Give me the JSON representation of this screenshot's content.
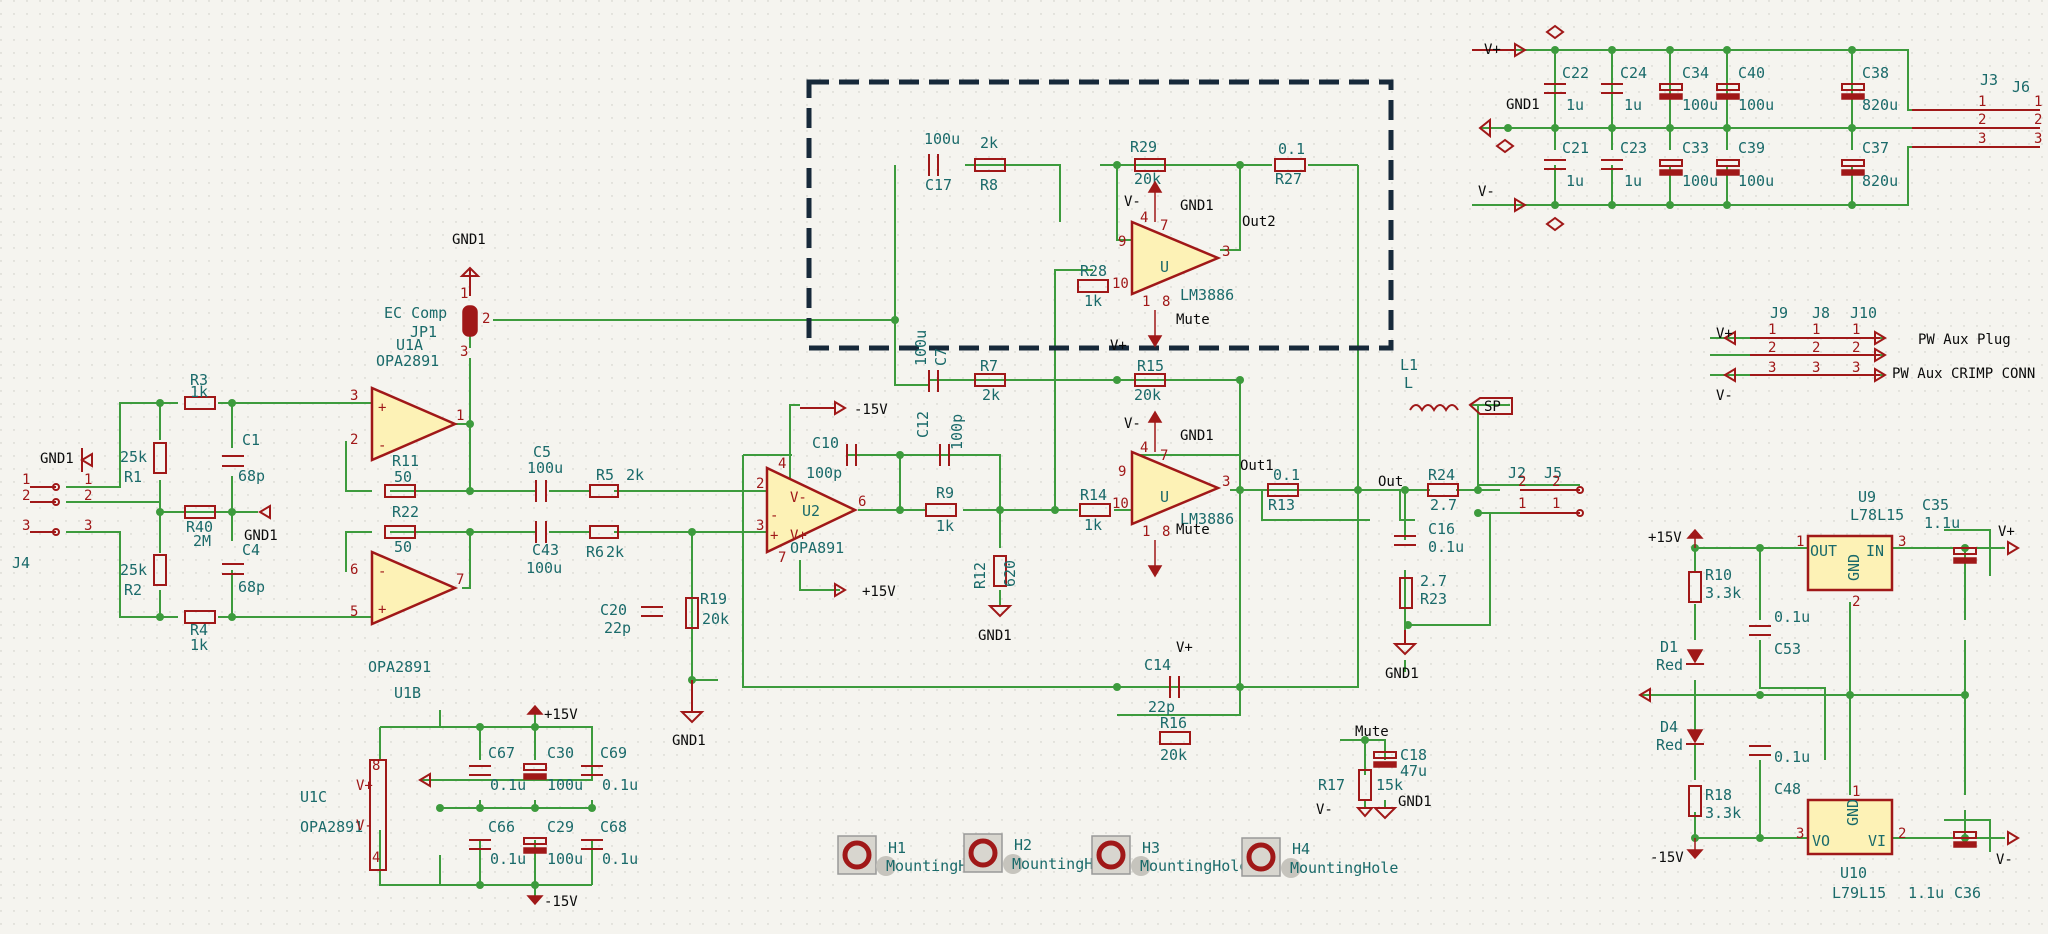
{
  "ref": {
    "R1": "R1",
    "R2": "R2",
    "R3": "R3",
    "R4": "R4",
    "R5": "R5",
    "R6": "R6",
    "R7": "R7",
    "R8": "R8",
    "R9": "R9",
    "R10": "R10",
    "R11": "R11",
    "R12": "R12",
    "R13": "R13",
    "R14": "R14",
    "R15": "R15",
    "R16": "R16",
    "R17": "R17",
    "R18": "R18",
    "R19": "R19",
    "R22": "R22",
    "R23": "R23",
    "R24": "R24",
    "R27": "R27",
    "R28": "R28",
    "R29": "R29",
    "R40": "R40",
    "C1": "C1",
    "C4": "C4",
    "C5": "C5",
    "C7": "C7",
    "C10": "C10",
    "C12": "C12",
    "C14": "C14",
    "C16": "C16",
    "C17": "C17",
    "C18": "C18",
    "C20": "C20",
    "C21": "C21",
    "C22": "C22",
    "C23": "C23",
    "C24": "C24",
    "C29": "C29",
    "C30": "C30",
    "C33": "C33",
    "C34": "C34",
    "C35": "C35",
    "C36": "C36",
    "C37": "C37",
    "C38": "C38",
    "C39": "C39",
    "C40": "C40",
    "C43": "C43",
    "C48": "C48",
    "C53": "C53",
    "C66": "C66",
    "C67": "C67",
    "C68": "C68",
    "C69": "C69",
    "U1A": "U1A",
    "U1B": "U1B",
    "U1C": "U1C",
    "U2": "U2",
    "U9": "U9",
    "U10": "U10",
    "U3": "U",
    "U4": "U",
    "J2": "J2",
    "J3": "J3",
    "J4": "J4",
    "J5": "J5",
    "J6": "J6",
    "J8": "J8",
    "J9": "J9",
    "J10": "J10",
    "JP1": "JP1",
    "L1": "L1",
    "D1": "D1",
    "D4": "D4",
    "H1": "H1",
    "H2": "H2",
    "H3": "H3",
    "H4": "H4"
  },
  "val": {
    "R1": "25k",
    "R2": "25k",
    "R3": "1k",
    "R4": "1k",
    "R5": "2k",
    "R6": "2k",
    "R7": "2k",
    "R8": "2k",
    "R9": "1k",
    "R10": "3.3k",
    "R11": "50",
    "R12": "620",
    "R13": "0.1",
    "R14": "1k",
    "R15": "20k",
    "R16": "20k",
    "R17": "15k",
    "R18": "3.3k",
    "R19": "20k",
    "R22": "50",
    "R23": "2.7",
    "R24": "2.7",
    "R27": "0.1",
    "R28": "1k",
    "R29": "20k",
    "R40": "2M",
    "C1": "68p",
    "C4": "68p",
    "C5": "100u",
    "C7": "100u",
    "C10": "100p",
    "C12": "100p",
    "C14": "22p",
    "C16": "0.1u",
    "C17": "100u",
    "C18": "47u",
    "C20": "22p",
    "C21": "1u",
    "C22": "1u",
    "C23": "1u",
    "C24": "1u",
    "C29": "100u",
    "C30": "100u",
    "C33": "100u",
    "C34": "100u",
    "C35": "1.1u",
    "C36": "1.1u",
    "C37": "820u",
    "C38": "820u",
    "C39": "100u",
    "C40": "100u",
    "C43": "100u",
    "C48": "0.1u",
    "C53": "0.1u",
    "C66": "0.1u",
    "C67": "0.1u",
    "C68": "0.1u",
    "C69": "0.1u",
    "U1A": "OPA2891",
    "U1B": "OPA2891",
    "U1C": "OPA2891",
    "U2": "OPA891",
    "U3": "LM3886",
    "U4": "LM3886",
    "U9": "L78L15",
    "U10": "L79L15",
    "L1": "L",
    "D1": "Red",
    "D4": "Red",
    "H1": "MountingHole",
    "H2": "MountingHole",
    "H3": "MountingHole",
    "H4": "MountingHole",
    "JP1": "EC Comp",
    "J8": "PW Aux Plug",
    "J10": "PW Aux CRIMP CONN"
  },
  "net": {
    "gnd1": "GND1",
    "vplus": "V+",
    "vminus": "V-",
    "p15": "+15V",
    "m15": "-15V",
    "out": "Out",
    "out1": "Out1",
    "out2": "Out2",
    "mute": "Mute",
    "sp": "SP"
  },
  "pin": {
    "n1": "1",
    "n2": "2",
    "n3": "3",
    "n4": "4",
    "n5": "5",
    "n6": "6",
    "n7": "7",
    "n8": "8",
    "n9": "9",
    "n10": "10",
    "out": "OUT",
    "in": "IN",
    "gnd": "GND",
    "vo": "VO",
    "vi": "VI",
    "plus": "+",
    "minus": "-"
  },
  "colors": {
    "wire": "#3d9b3d",
    "part": "#a01818",
    "body": "#fdf2b6",
    "label": "#1a6a6a",
    "net": "#0a0a0a",
    "highlight": "#17293a",
    "background": "#f5f4ef"
  },
  "icons": [
    "ground-icon",
    "power-flag-icon",
    "no-connect-icon",
    "mounting-hole-icon",
    "power-arrow-icon"
  ]
}
